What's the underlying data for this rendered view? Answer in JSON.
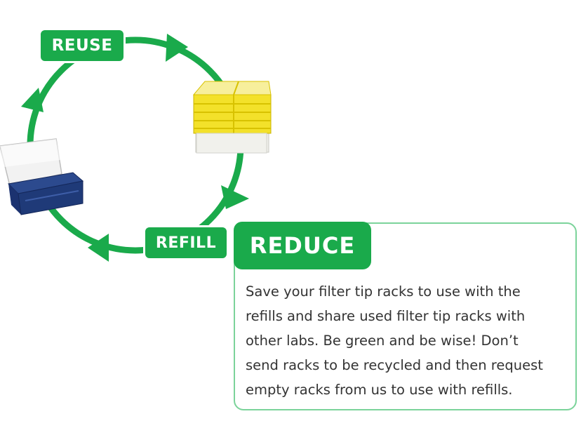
{
  "colors": {
    "green": "#1aaa4b",
    "light_green_border": "#7bd39a",
    "yellow_rack": "#f3e12a",
    "navy_box": "#1f3a78"
  },
  "cycle": {
    "badges": {
      "reuse": "REUSE",
      "refill": "REFILL"
    },
    "icons": [
      "yellow-refill-rack-stack-icon",
      "blue-tip-box-icon",
      "cycle-arrow-icon"
    ]
  },
  "reduce": {
    "title": "REDUCE",
    "lines": [
      "Save your filter tip racks to use with the",
      "refills and share used filter tip racks with",
      "other labs. Be green and be wise! Don’t",
      "send racks to be recycled and then request",
      "empty racks from us to use with refills."
    ]
  }
}
